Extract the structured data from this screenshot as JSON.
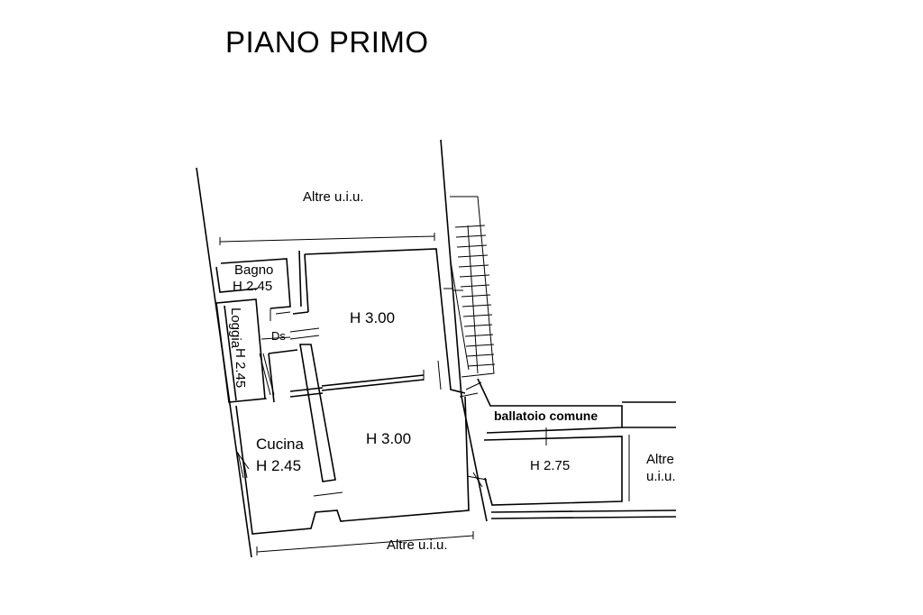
{
  "title": "PIANO PRIMO",
  "labels": {
    "altre_top": "Altre u.i.u.",
    "altre_bottom": "Altre u.i.u.",
    "altre_right_1": "Altre",
    "altre_right_2": "u.i.u.",
    "bagno_name": "Bagno",
    "bagno_height": "H 2.45",
    "loggia_name": "Loggia",
    "loggia_height": "H 2.45",
    "ds": "Ds",
    "room1_height": "H 3.00",
    "room2_height": "H 3.00",
    "cucina_name": "Cucina",
    "cucina_height": "H 2.45",
    "ballatoio": "ballatoio comune",
    "room3_height": "H 2.75"
  }
}
